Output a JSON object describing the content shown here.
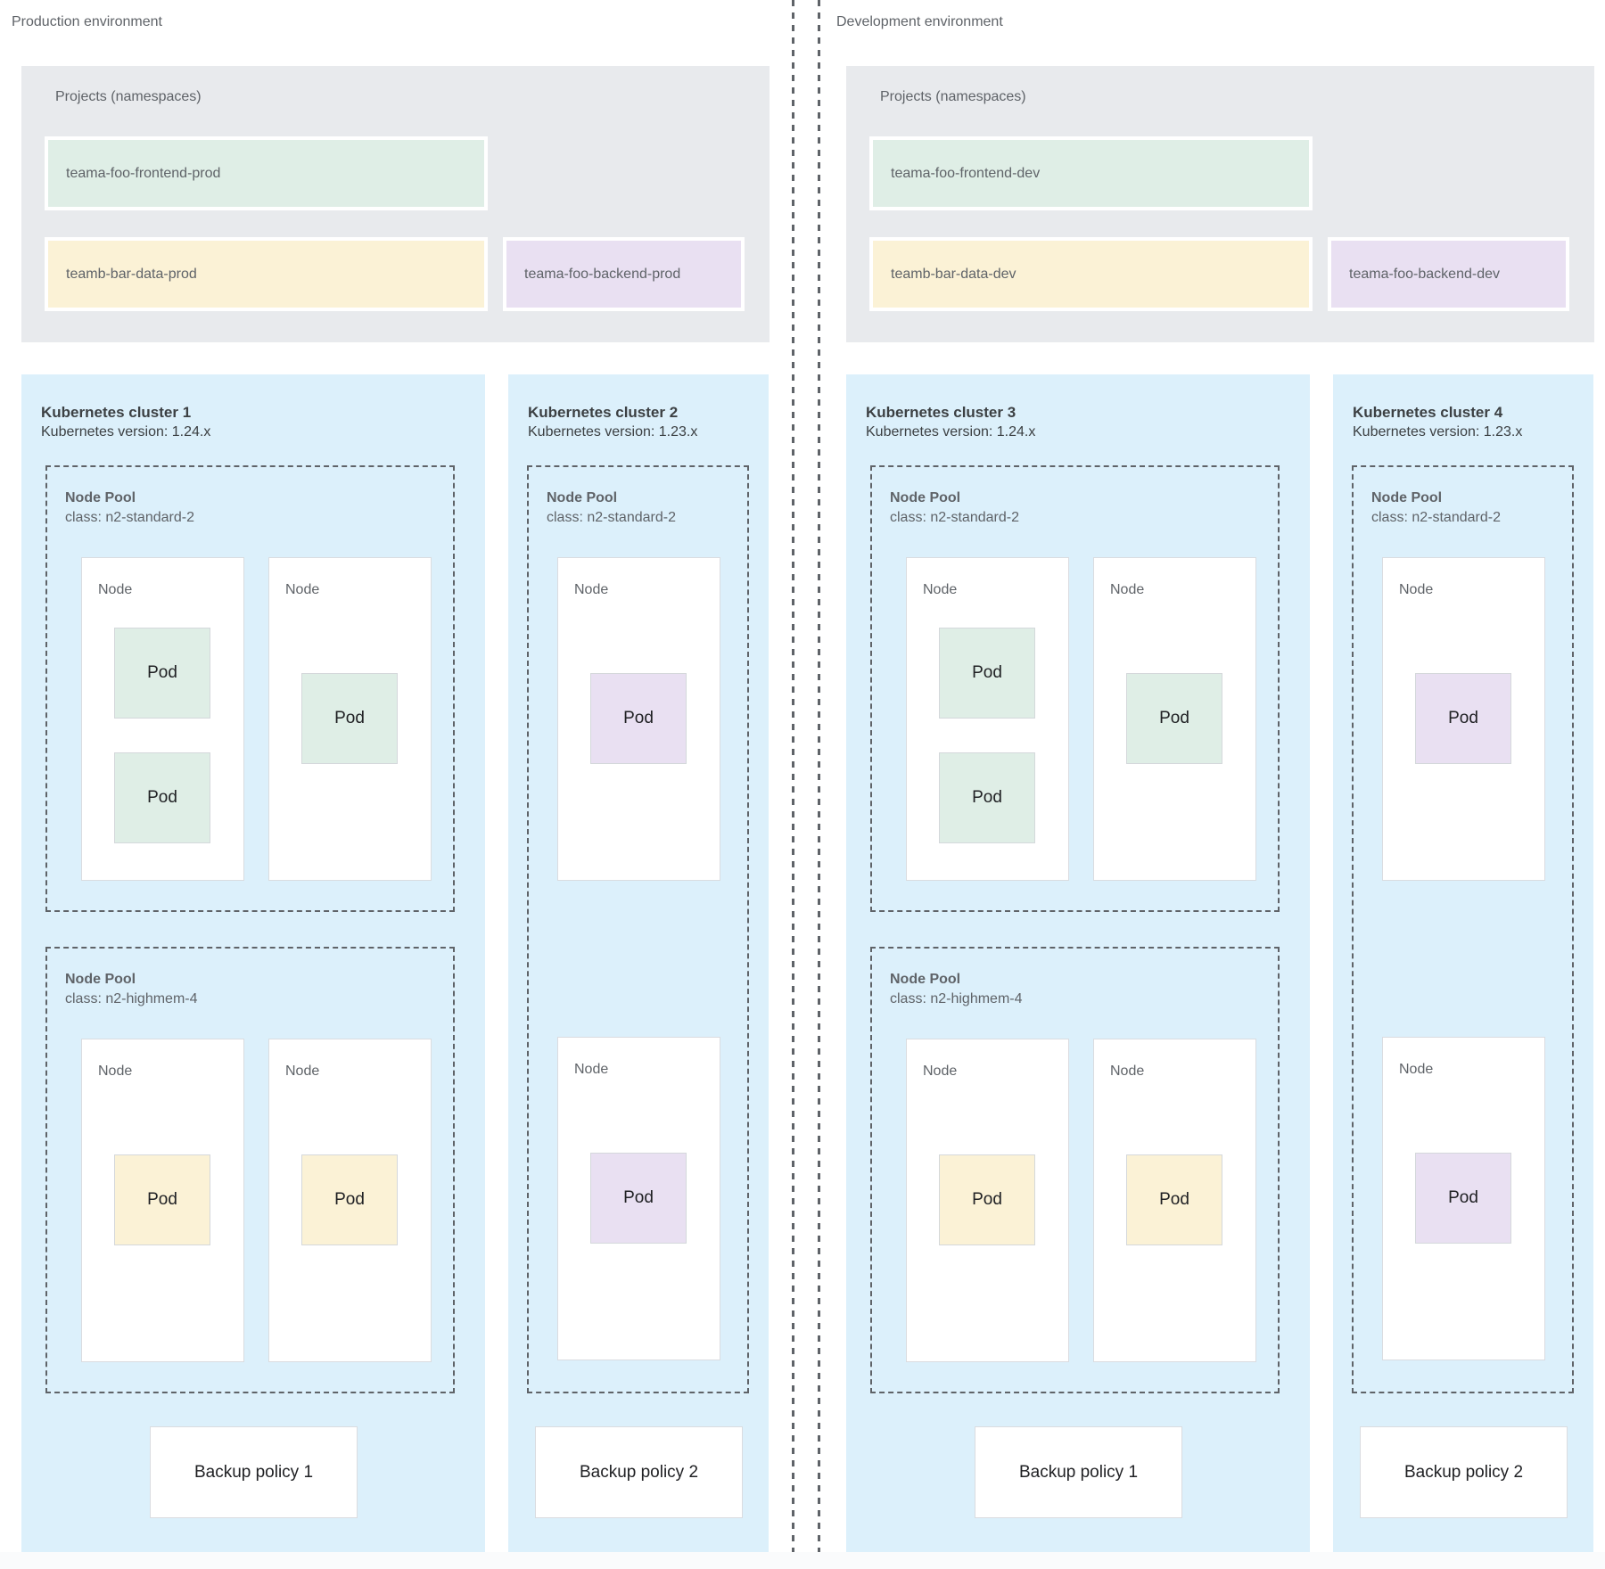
{
  "colors": {
    "cluster_bg": "#DCF0FB",
    "projects_bg": "#E8EAED",
    "green": "#DFEEE6",
    "yellow": "#FBF2D6",
    "purple": "#E9E0F2"
  },
  "environments": [
    {
      "title": "Production environment",
      "projects": {
        "title": "Projects (namespaces)",
        "items": [
          {
            "label": "teama-foo-frontend-prod",
            "color": "green"
          },
          {
            "label": "teamb-bar-data-prod",
            "color": "yellow"
          },
          {
            "label": "teama-foo-backend-prod",
            "color": "purple"
          }
        ]
      },
      "clusters": [
        {
          "name": "Kubernetes cluster 1",
          "version": "Kubernetes version: 1.24.x",
          "pools": [
            {
              "title": "Node Pool",
              "class_line": "class: n2-standard-2",
              "nodes": [
                {
                  "label": "Node",
                  "pods": [
                    {
                      "label": "Pod",
                      "color": "green"
                    },
                    {
                      "label": "Pod",
                      "color": "green"
                    }
                  ]
                },
                {
                  "label": "Node",
                  "pods": [
                    {
                      "label": "Pod",
                      "color": "green"
                    }
                  ]
                }
              ]
            },
            {
              "title": "Node Pool",
              "class_line": "class: n2-highmem-4",
              "nodes": [
                {
                  "label": "Node",
                  "pods": [
                    {
                      "label": "Pod",
                      "color": "yellow"
                    }
                  ]
                },
                {
                  "label": "Node",
                  "pods": [
                    {
                      "label": "Pod",
                      "color": "yellow"
                    }
                  ]
                }
              ]
            }
          ],
          "backup_policy": "Backup policy 1"
        },
        {
          "name": "Kubernetes cluster 2",
          "version": "Kubernetes version: 1.23.x",
          "pools": [
            {
              "title": "Node Pool",
              "class_line": "class: n2-standard-2",
              "nodes": [
                {
                  "label": "Node",
                  "pods": [
                    {
                      "label": "Pod",
                      "color": "purple"
                    }
                  ]
                },
                {
                  "label": "Node",
                  "pods": [
                    {
                      "label": "Pod",
                      "color": "purple"
                    }
                  ]
                }
              ]
            }
          ],
          "backup_policy": "Backup policy 2"
        }
      ]
    },
    {
      "title": "Development environment",
      "projects": {
        "title": "Projects (namespaces)",
        "items": [
          {
            "label": "teama-foo-frontend-dev",
            "color": "green"
          },
          {
            "label": "teamb-bar-data-dev",
            "color": "yellow"
          },
          {
            "label": "teama-foo-backend-dev",
            "color": "purple"
          }
        ]
      },
      "clusters": [
        {
          "name": "Kubernetes cluster 3",
          "version": "Kubernetes version: 1.24.x",
          "pools": [
            {
              "title": "Node Pool",
              "class_line": "class: n2-standard-2",
              "nodes": [
                {
                  "label": "Node",
                  "pods": [
                    {
                      "label": "Pod",
                      "color": "green"
                    },
                    {
                      "label": "Pod",
                      "color": "green"
                    }
                  ]
                },
                {
                  "label": "Node",
                  "pods": [
                    {
                      "label": "Pod",
                      "color": "green"
                    }
                  ]
                }
              ]
            },
            {
              "title": "Node Pool",
              "class_line": "class: n2-highmem-4",
              "nodes": [
                {
                  "label": "Node",
                  "pods": [
                    {
                      "label": "Pod",
                      "color": "yellow"
                    }
                  ]
                },
                {
                  "label": "Node",
                  "pods": [
                    {
                      "label": "Pod",
                      "color": "yellow"
                    }
                  ]
                }
              ]
            }
          ],
          "backup_policy": "Backup policy 1"
        },
        {
          "name": "Kubernetes cluster 4",
          "version": "Kubernetes version: 1.23.x",
          "pools": [
            {
              "title": "Node Pool",
              "class_line": "class: n2-standard-2",
              "nodes": [
                {
                  "label": "Node",
                  "pods": [
                    {
                      "label": "Pod",
                      "color": "purple"
                    }
                  ]
                },
                {
                  "label": "Node",
                  "pods": [
                    {
                      "label": "Pod",
                      "color": "purple"
                    }
                  ]
                }
              ]
            }
          ],
          "backup_policy": "Backup policy 2"
        }
      ]
    }
  ]
}
